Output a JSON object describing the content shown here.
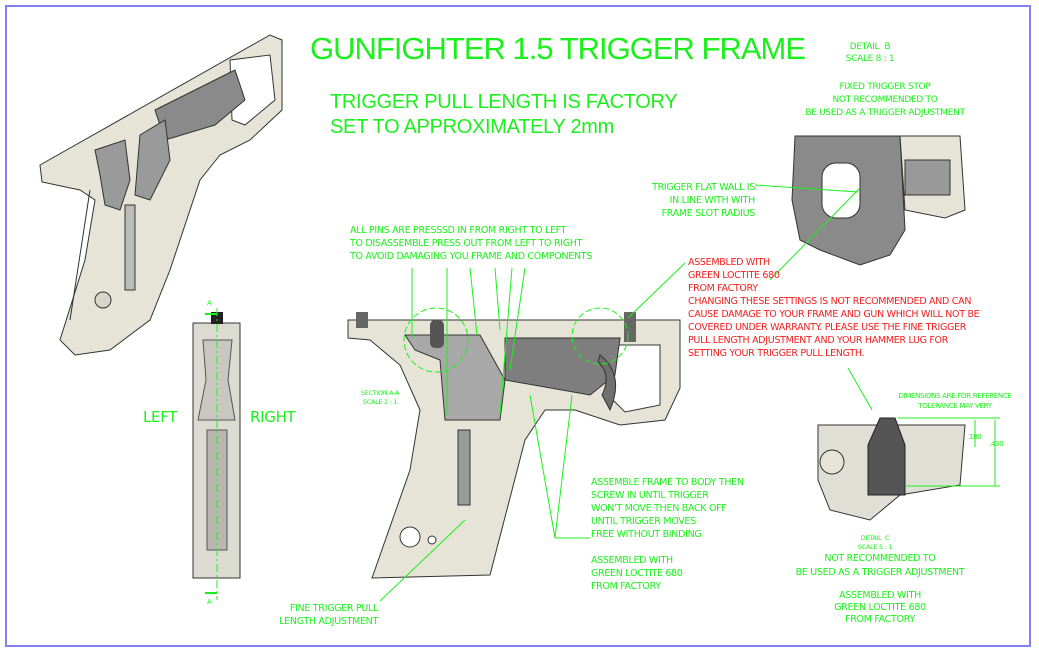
{
  "title": "GUNFIGHTER 1.5 TRIGGER FRAME",
  "subtitle_lines": [
    "TRIGGER PULL LENGTH IS FACTORY",
    "SET TO APPROXIMATELY 2mm"
  ],
  "detail_b": {
    "label": "DETAIL  B",
    "scale": "SCALE 8 : 1",
    "note_lines": [
      "FIXED TRIGGER STOP",
      "NOT RECOMMENDED TO",
      "BE USED AS A TRIGGER ADJUSTMENT"
    ]
  },
  "trigger_flat_wall_lines": [
    "TRIGGER FLAT WALL IS",
    "IN LINE WITH WITH",
    "FRAME SLOT RADIUS"
  ],
  "pins_note_lines": [
    "ALL PINS ARE PRESSSD IN FROM RIGHT TO LEFT",
    "TO DISASSEMBLE PRESS OUT FROM LEFT TO RIGHT",
    "TO AVOID DAMAGING YOU FRAME AND COMPONENTS"
  ],
  "warning_lines": [
    "ASSEMBLED WITH",
    "GREEN LOCTITE 680",
    "FROM FACTORY",
    "CHANGING THESE SETTINGS IS NOT RECOMMENDED AND CAN",
    "CAUSE DAMAGE TO YOUR FRAME AND GUN WHICH WILL NOT BE",
    "COVERED UNDER WARRANTY. PLEASE USE THE FINE TRIGGER",
    "PULL LENGTH ADJUSTMENT AND YOUR HAMMER LUG FOR",
    "SETTING YOUR TRIGGER PULL LENGTH."
  ],
  "dimensions_note_lines": [
    "DIMENSIONS ARE FOR REFERENCE",
    "TOLERANCE MAY VERY"
  ],
  "dimensions": {
    "inner": ".180",
    "outer": ".430"
  },
  "detail_c": {
    "label": "DETAIL  C",
    "scale": "SCALE 5 : 1",
    "note_lines": [
      "NOT RECOMMENDED TO",
      "BE USED AS A TRIGGER ADJUSTMENT"
    ],
    "loctite_lines": [
      "ASSEMBLED WITH",
      "GREEN LOCTITE 680",
      "FROM FACTORY"
    ]
  },
  "section": {
    "label": "SECTION A-A",
    "scale": "SCALE 2 : 1",
    "marker": "A"
  },
  "side_labels": {
    "left": "LEFT",
    "right": "RIGHT"
  },
  "assemble_note_lines": [
    "ASSEMBLE FRAME TO BODY THEN",
    "SCREW IN UNTIL TRIGGER",
    "WON'T MOVE THEN BACK OFF",
    "UNTIL TRIGGER MOVES",
    "FREE WITHOUT BINDING"
  ],
  "loctite_note_lines": [
    "ASSEMBLED WITH",
    "GREEN LOCTITE 680",
    "FROM FACTORY"
  ],
  "fine_adjust_lines": [
    "FINE TRIGGER PULL",
    "LENGTH ADJUSTMENT"
  ],
  "colors": {
    "annotation": "#1cf01c",
    "warning": "#f02020",
    "border": "#8080f0",
    "frame": "#e6e4d6",
    "part": "#8a8a8a"
  }
}
